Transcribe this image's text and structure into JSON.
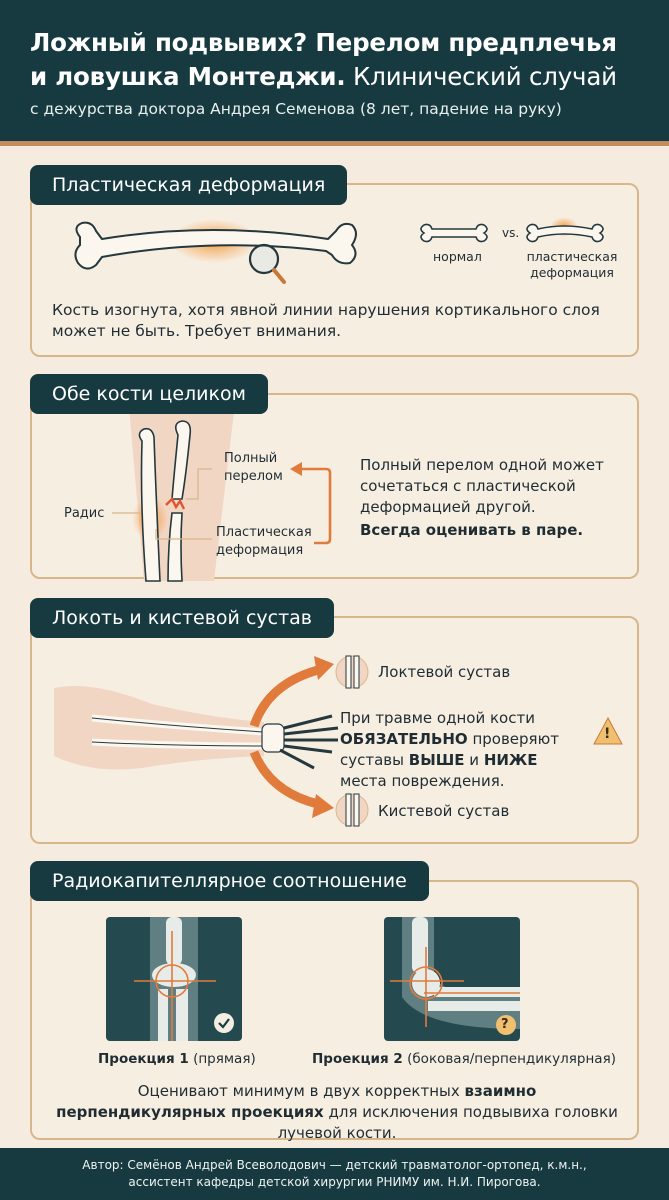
{
  "header": {
    "title_line1": "Ложный подвывих? Перелом предплечья",
    "title_line2_bold": "и ловушка Монтеджи.",
    "title_line2_rest": " Клинический случай",
    "subtitle": "с дежурства доктора Андрея Семенова (8 лет, падение на руку)"
  },
  "section1": {
    "title": "Пластическая деформация",
    "label_normal": "нормал",
    "vs": "vs.",
    "label_plastic_1": "пластическая",
    "label_plastic_2": "деформация",
    "text": "Кость изогнута, хотя явной линии нарушения кортикального слоя может не быть. Требует внимания."
  },
  "section2": {
    "title": "Обе кости целиком",
    "label_radius": "Радис",
    "label_full_1": "Полный",
    "label_full_2": "перелом",
    "label_plastic_1": "Пластическая",
    "label_plastic_2": "деформация",
    "text": "Полный перелом одной может сочетаться с пластической деформацией другой.",
    "text_bold": "Всегда оценивать в паре."
  },
  "section3": {
    "title": "Локоть и кистевой сустав",
    "label_elbow": "Локтевой сустав",
    "label_wrist": "Кистевой сустав",
    "text_p1": "При травме одной кости ",
    "text_b1": "ОБЯЗАТЕЛЬНО",
    "text_p2": " проверяют суставы ",
    "text_b2": "ВЫШЕ",
    "text_p3": " и ",
    "text_b3": "НИЖЕ",
    "text_p4": " места повреждения.",
    "warning": "!"
  },
  "section4": {
    "title": "Радиокапителлярное соотношение",
    "proj1_bold": "Проекция 1",
    "proj1_rest": " (прямая)",
    "proj2_bold": "Проекция 2",
    "proj2_rest": " (боковая/перпендикулярная)",
    "text_p1": "Оценивают минимум в двух корректных ",
    "text_b1": "взаимно перпендикулярных проекциях",
    "text_p2": " для исключения подвывиха головки лучевой кости.",
    "q": "?"
  },
  "footer": {
    "line1": "Автор: Семёнов Андрей Всеволодович — детский травматолог-ортопед, к.м.н.,",
    "line2": "ассистент кафедры детской хирургии РНИМУ им. Н.И. Пирогова."
  },
  "colors": {
    "navy": "#173a40",
    "accent": "#e07b3c",
    "border": "#d8b68c",
    "background": "#f5ecdf"
  }
}
